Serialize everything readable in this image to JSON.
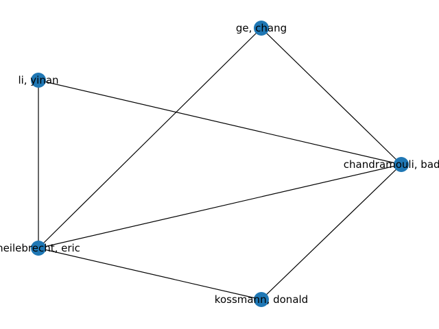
{
  "graph": {
    "node_color": "#1f77b4",
    "edge_color": "#000000",
    "nodes": [
      {
        "id": "ge",
        "label": "ge, chang"
      },
      {
        "id": "li",
        "label": "li, yinan"
      },
      {
        "id": "chandramouli",
        "label": "chandramouli, badrish"
      },
      {
        "id": "sedlar",
        "label": "heilebrecht, eric"
      },
      {
        "id": "kossmann",
        "label": "kossmann, donald"
      }
    ],
    "edges": [
      {
        "source": "ge",
        "target": "chandramouli"
      },
      {
        "source": "ge",
        "target": "sedlar"
      },
      {
        "source": "li",
        "target": "chandramouli"
      },
      {
        "source": "li",
        "target": "sedlar"
      },
      {
        "source": "chandramouli",
        "target": "sedlar"
      },
      {
        "source": "chandramouli",
        "target": "kossmann"
      },
      {
        "source": "sedlar",
        "target": "kossmann"
      }
    ]
  }
}
